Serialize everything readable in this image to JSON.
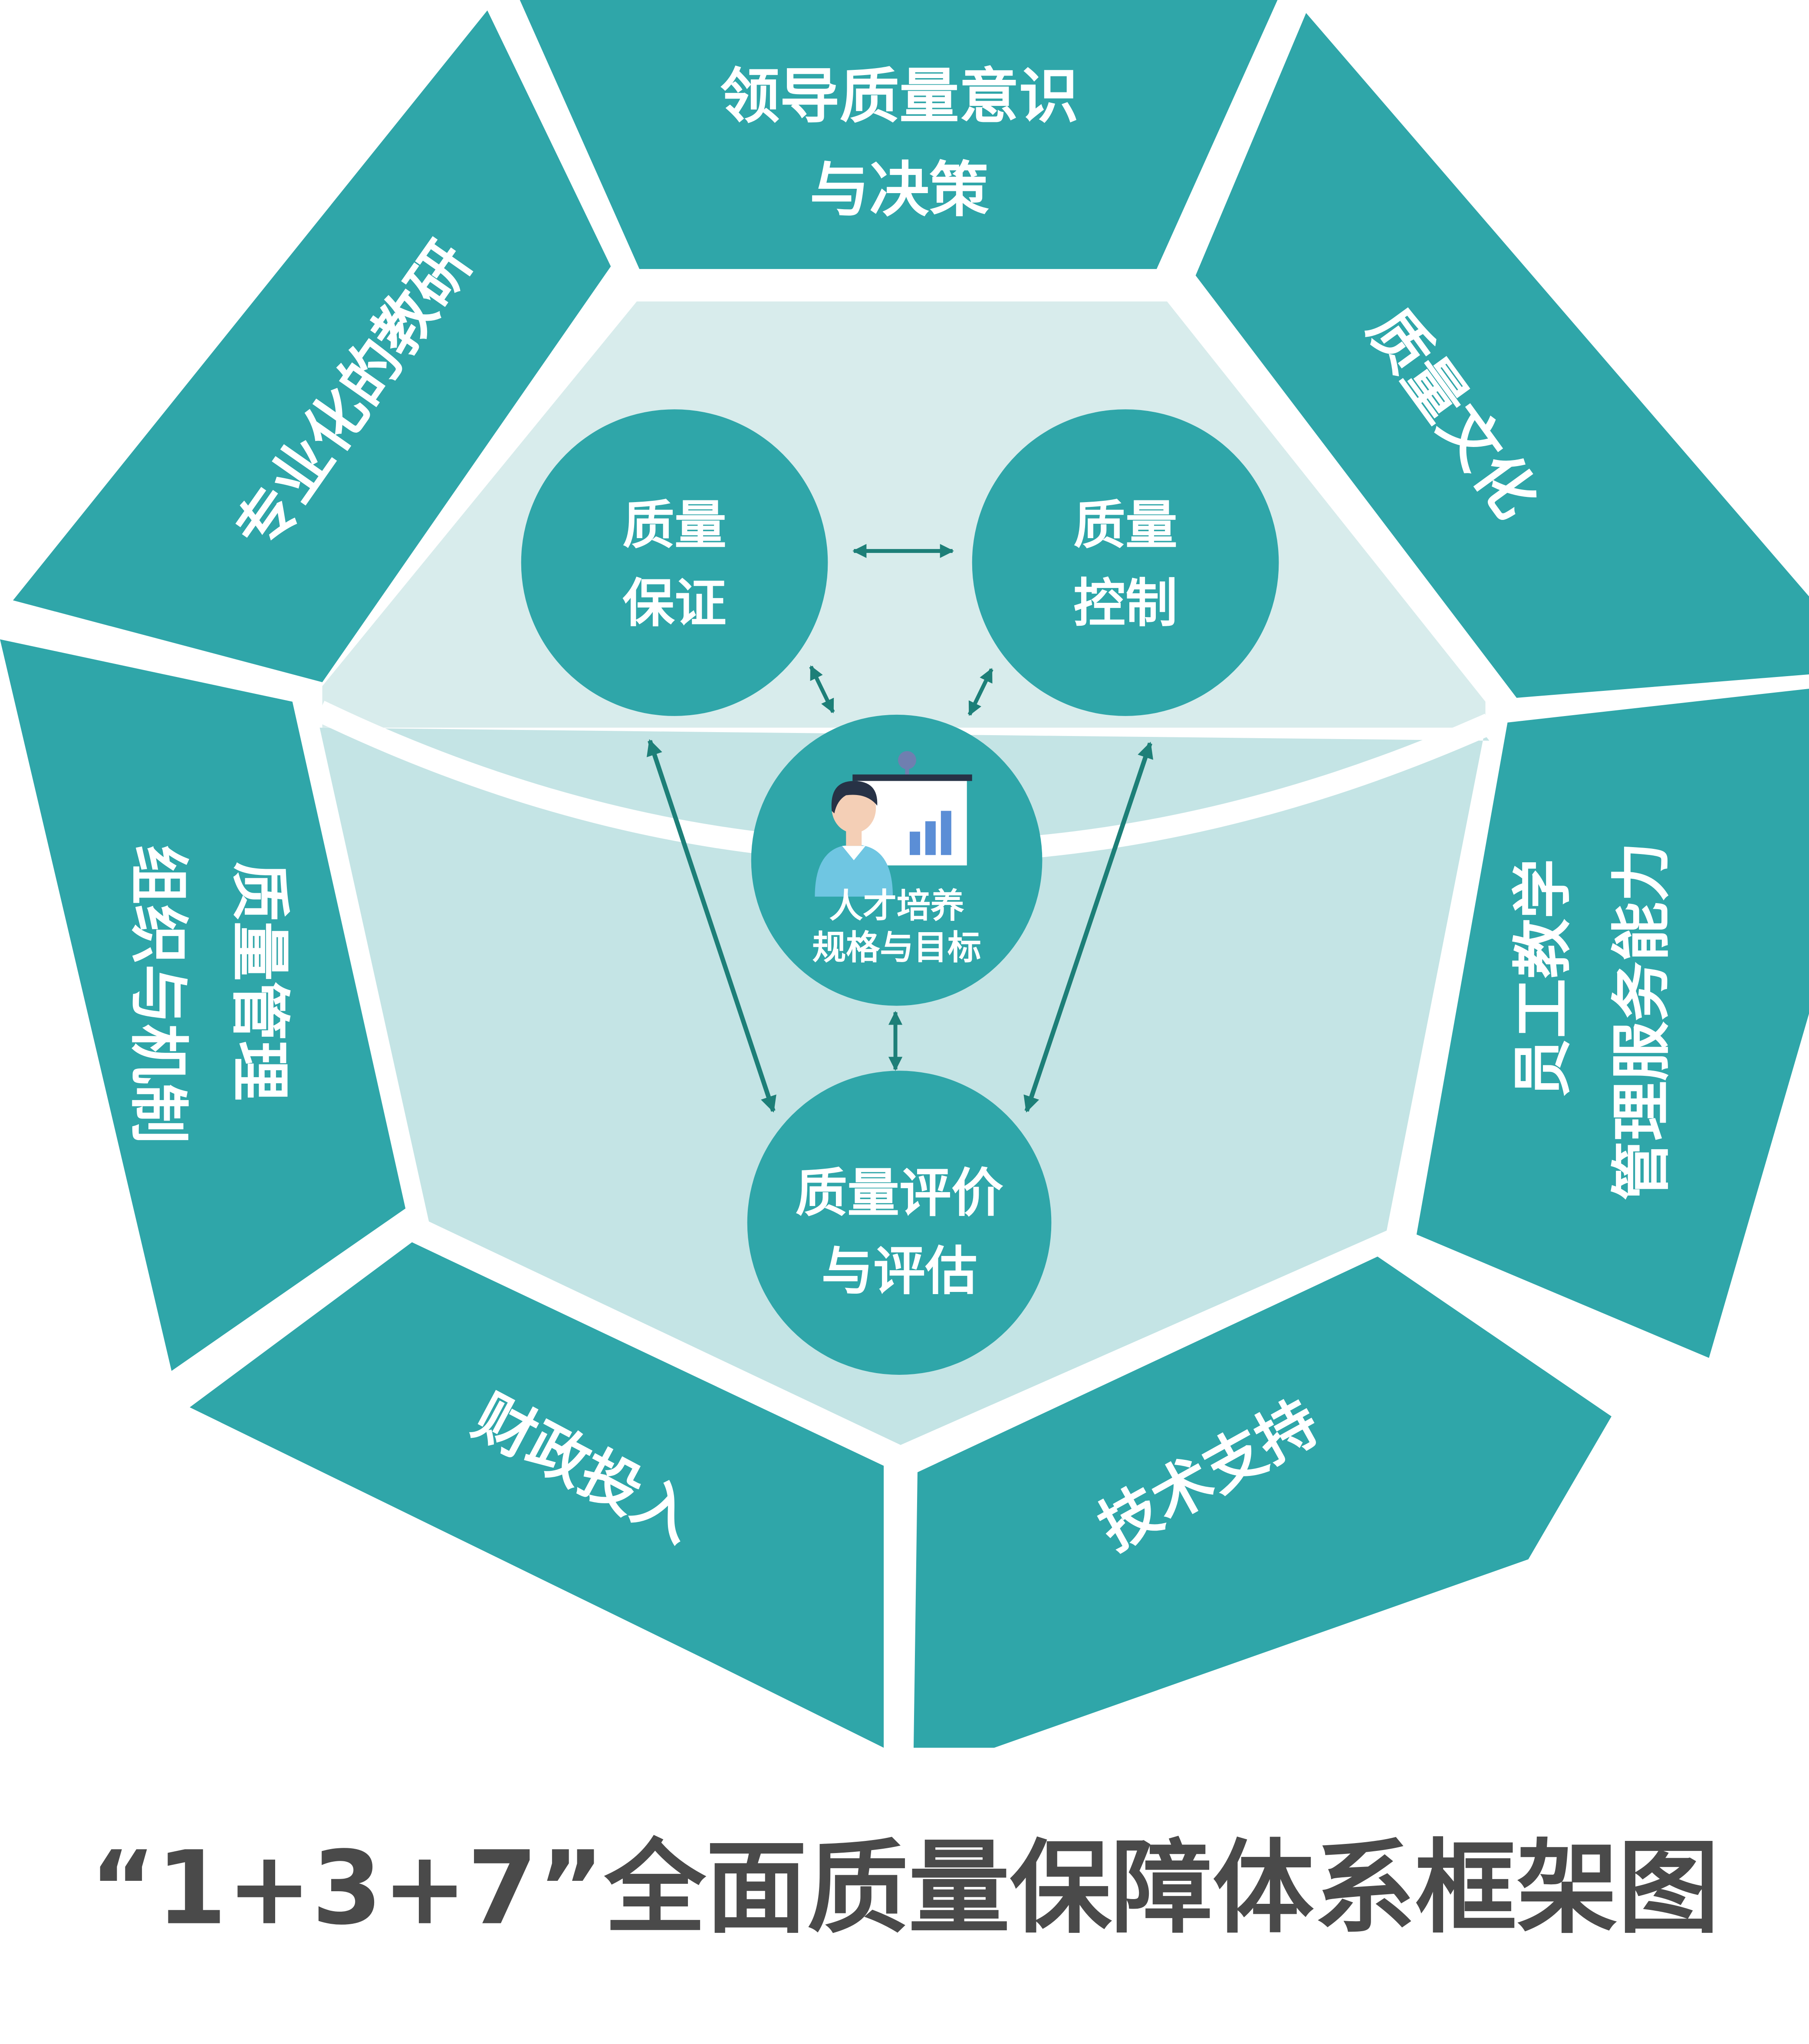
{
  "colors": {
    "teal": "#2fa6a9",
    "arrow": "#1d7f78",
    "light_top": "#d8ecec",
    "light_bottom": "#c4e4e5",
    "title": "#4a4a4a",
    "icon_skin": "#f4cfb6",
    "icon_hair": "#273246",
    "icon_shirt": "#6fc6e2",
    "icon_chart": "#5b8ed6"
  },
  "segments": {
    "top": {
      "line1": "领导质量意识",
      "line2": "与决策"
    },
    "upper_right": {
      "line1": "质量文化"
    },
    "right": {
      "line1": "员工教学",
      "line2": "管理服务能力"
    },
    "lower_right": {
      "line1": "技术支持"
    },
    "lower_left": {
      "line1": "财政投入"
    },
    "left": {
      "line1": "质量管理",
      "line2": "组织与机制"
    },
    "upper_left": {
      "line1": "专业化的教研"
    }
  },
  "core": {
    "assurance": {
      "line1": "质量",
      "line2": "保证"
    },
    "control": {
      "line1": "质量",
      "line2": "控制"
    },
    "evaluation": {
      "line1": "质量评价",
      "line2": "与评估"
    }
  },
  "center": {
    "line1": "人才培养",
    "line2": "规格与目标",
    "icon": "teacher-presentation-icon"
  },
  "title": "“1+3+7”全面质量保障体系框架图"
}
